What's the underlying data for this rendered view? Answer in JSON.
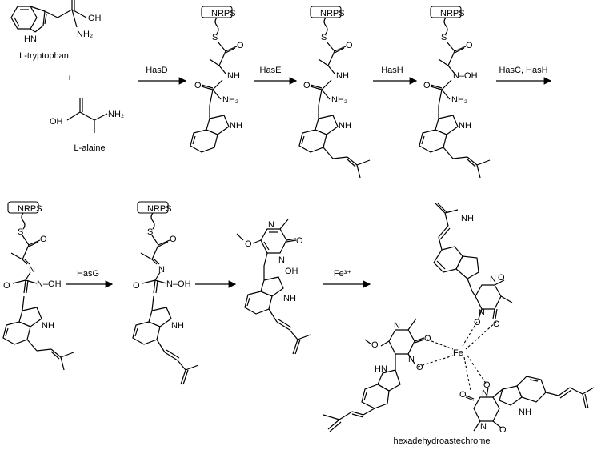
{
  "reactants": {
    "trp_name": "L-tryptophan",
    "plus": "+",
    "ala_name": "L-alaine"
  },
  "enzymes": {
    "step1": "HasD",
    "step2": "HasE",
    "step3": "HasH",
    "step4": "HasC, HasH",
    "step5": "HasG",
    "step7": "Fe³⁺"
  },
  "tag": "NRPS",
  "atoms": {
    "S": "S",
    "O": "O",
    "N": "N",
    "NH": "NH",
    "NH2": "NH₂",
    "OH": "OH",
    "NOH": "N–OH",
    "HN": "HN",
    "Fe": "Fe"
  },
  "product_name": "hexadehydroastechrome"
}
